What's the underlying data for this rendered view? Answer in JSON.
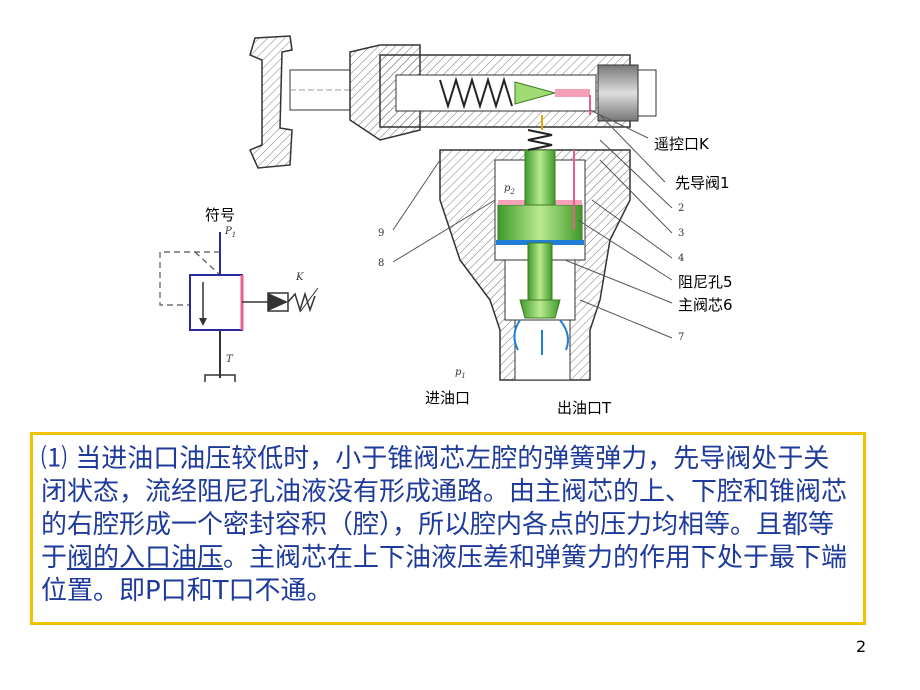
{
  "labels": {
    "remote_port": "遥控口K",
    "pilot_valve": "先导阀1",
    "num2": "2",
    "num3": "3",
    "num4": "4",
    "damping_hole": "阻尼孔5",
    "main_spool": "主阀芯6",
    "num7": "7",
    "num9": "9",
    "num8": "8",
    "inlet": "进油口",
    "outlet": "出油口T",
    "p1_body": "p",
    "p1_body_sub": "1",
    "p2_body": "p",
    "p2_body_sub": "2"
  },
  "symbol": {
    "title": "符号",
    "p1": "P",
    "p1_sub": "1",
    "k": "K",
    "t": "T"
  },
  "paragraph": {
    "part1": "⑴ 当进油口油压较低时，小于锥阀芯左腔的弹簧弹力，先导阀处于关闭状态，流经阻尼孔油液没有形成通路。由主阀芯的上、下腔和锥阀芯的右腔形成一个密封容积（腔），所以腔内各点的压力均相等。且都等于",
    "underlined": "阀的入口油压",
    "part2": "。主阀芯在上下油液压差和弹簧力的作用下处于最下端位置。即P口和T口不通。"
  },
  "page_number": "2",
  "colors": {
    "text": "#1e3a9a",
    "border": "#f2c200",
    "green": "#6fbf3a",
    "pink": "#e85f8a",
    "blue": "#1f7fd6"
  }
}
